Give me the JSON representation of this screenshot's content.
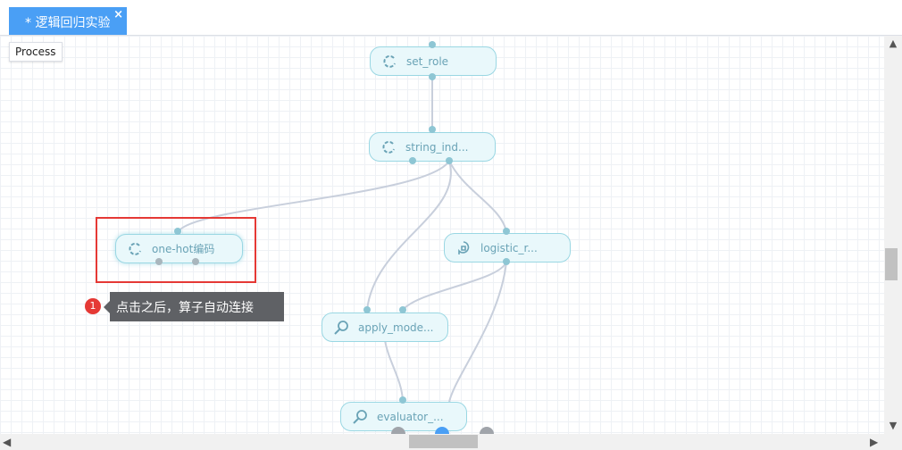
{
  "tab": {
    "title": "* 逻辑回归实验",
    "close": "×"
  },
  "process_button": "Process",
  "nodes": {
    "set_role": "set_role",
    "string_ind": "string_ind...",
    "onehot": "one-hot编码",
    "logistic": "logistic_r...",
    "apply_model": "apply_mode...",
    "evaluator": "evaluator_..."
  },
  "tip": {
    "badge": "1",
    "text": "点击之后，算子自动连接"
  },
  "scrollbars": {
    "up": "▲",
    "down": "▼",
    "left": "◀",
    "right": "▶"
  },
  "colors": {
    "accent": "#4a9ff5",
    "highlight": "#e53935",
    "node_border": "#9ad7e3",
    "node_fill": "#e9f8fb"
  }
}
